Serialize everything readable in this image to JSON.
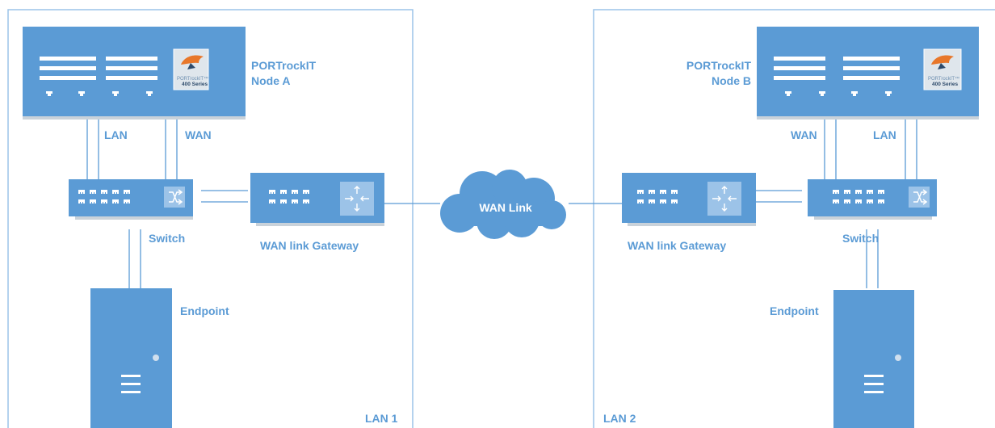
{
  "lan1": {
    "label": "LAN 1",
    "node": {
      "title": "PORTrockIT",
      "subtitle": "Node A",
      "badge_brand": "PORTrockIT™",
      "badge_series": "400 Series"
    },
    "lan_port_label": "LAN",
    "wan_port_label": "WAN",
    "switch_label": "Switch",
    "gateway_label": "WAN link Gateway",
    "endpoint_label": "Endpoint"
  },
  "lan2": {
    "label": "LAN 2",
    "node": {
      "title": "PORTrockIT",
      "subtitle": "Node B",
      "badge_brand": "PORTrockIT™",
      "badge_series": "400 Series"
    },
    "lan_port_label": "LAN",
    "wan_port_label": "WAN",
    "switch_label": "Switch",
    "gateway_label": "WAN link Gateway",
    "endpoint_label": "Endpoint"
  },
  "wan_cloud_label": "WAN Link",
  "colors": {
    "device_blue": "#5b9bd5",
    "frame_blue": "#9cc3e8",
    "label_blue": "#5b9bd5",
    "shadow_gray": "#c9d2da",
    "logo_orange": "#e8772a"
  }
}
